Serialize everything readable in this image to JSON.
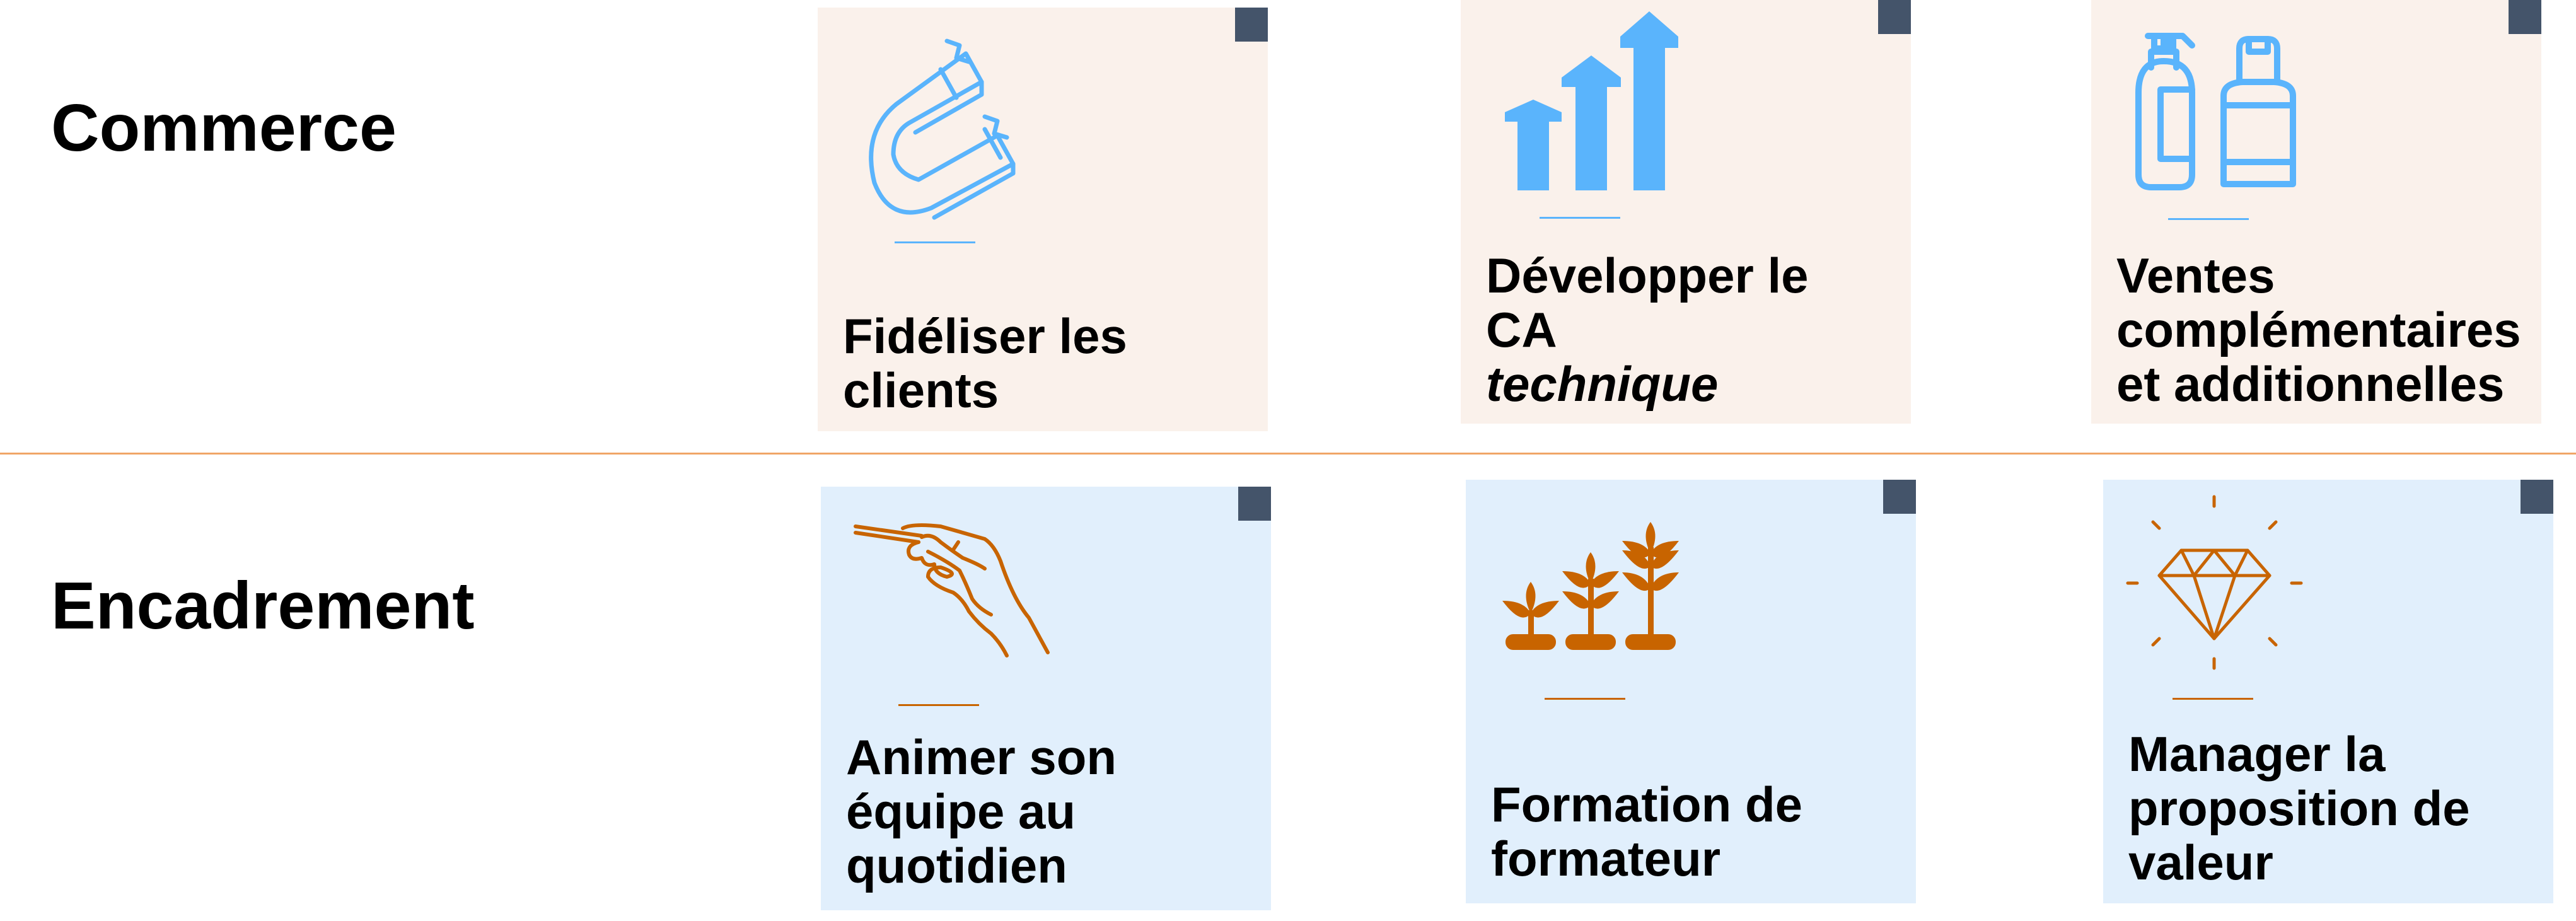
{
  "sections": {
    "commerce": "Commerce",
    "encadrement": "Encadrement"
  },
  "colors": {
    "icon_blue": "#5ab4fc",
    "icon_orange": "#c86400",
    "card_peach": "#faf1eb",
    "card_blue": "#e1effc",
    "corner": "#44546a",
    "divider": "#f0a566"
  },
  "cards": [
    {
      "icon": "magnet-icon",
      "line1": "Fidéliser les",
      "line2": "clients"
    },
    {
      "icon": "growth-arrows-icon",
      "line1": "Développer le CA",
      "line2": "technique"
    },
    {
      "icon": "bottles-icon",
      "line1": "Ventes",
      "line2": "complémentaires",
      "line3": "et additionnelles"
    },
    {
      "icon": "hand-chopsticks-icon",
      "line1": "Animer son",
      "line2": "équipe au",
      "line3": "quotidien"
    },
    {
      "icon": "growing-plants-icon",
      "line1": "Formation de",
      "line2": "formateur"
    },
    {
      "icon": "diamond-icon",
      "line1": "Manager la",
      "line2": "proposition de",
      "line3": "valeur"
    }
  ]
}
